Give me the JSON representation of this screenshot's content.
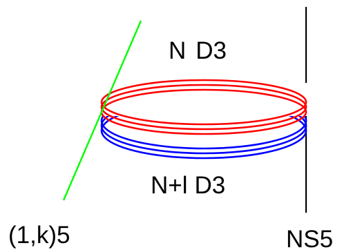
{
  "diagram": {
    "labels": {
      "top_stack": {
        "n": "N",
        "d3": "D3"
      },
      "bottom_stack": {
        "n": "N+l",
        "d3": "D3"
      },
      "left_brane": {
        "open": "(",
        "one": "1",
        "comma": ",",
        "k": "k",
        "close": ")",
        "five": "5"
      },
      "right_brane": "NS5"
    },
    "colors": {
      "upper_rings": "#ff0000",
      "lower_rings": "#0000ff",
      "left_brane": "#00ff00",
      "right_brane": "#000000",
      "text": "#000000"
    },
    "ring_counts": {
      "red": 3,
      "blue": 3
    }
  }
}
